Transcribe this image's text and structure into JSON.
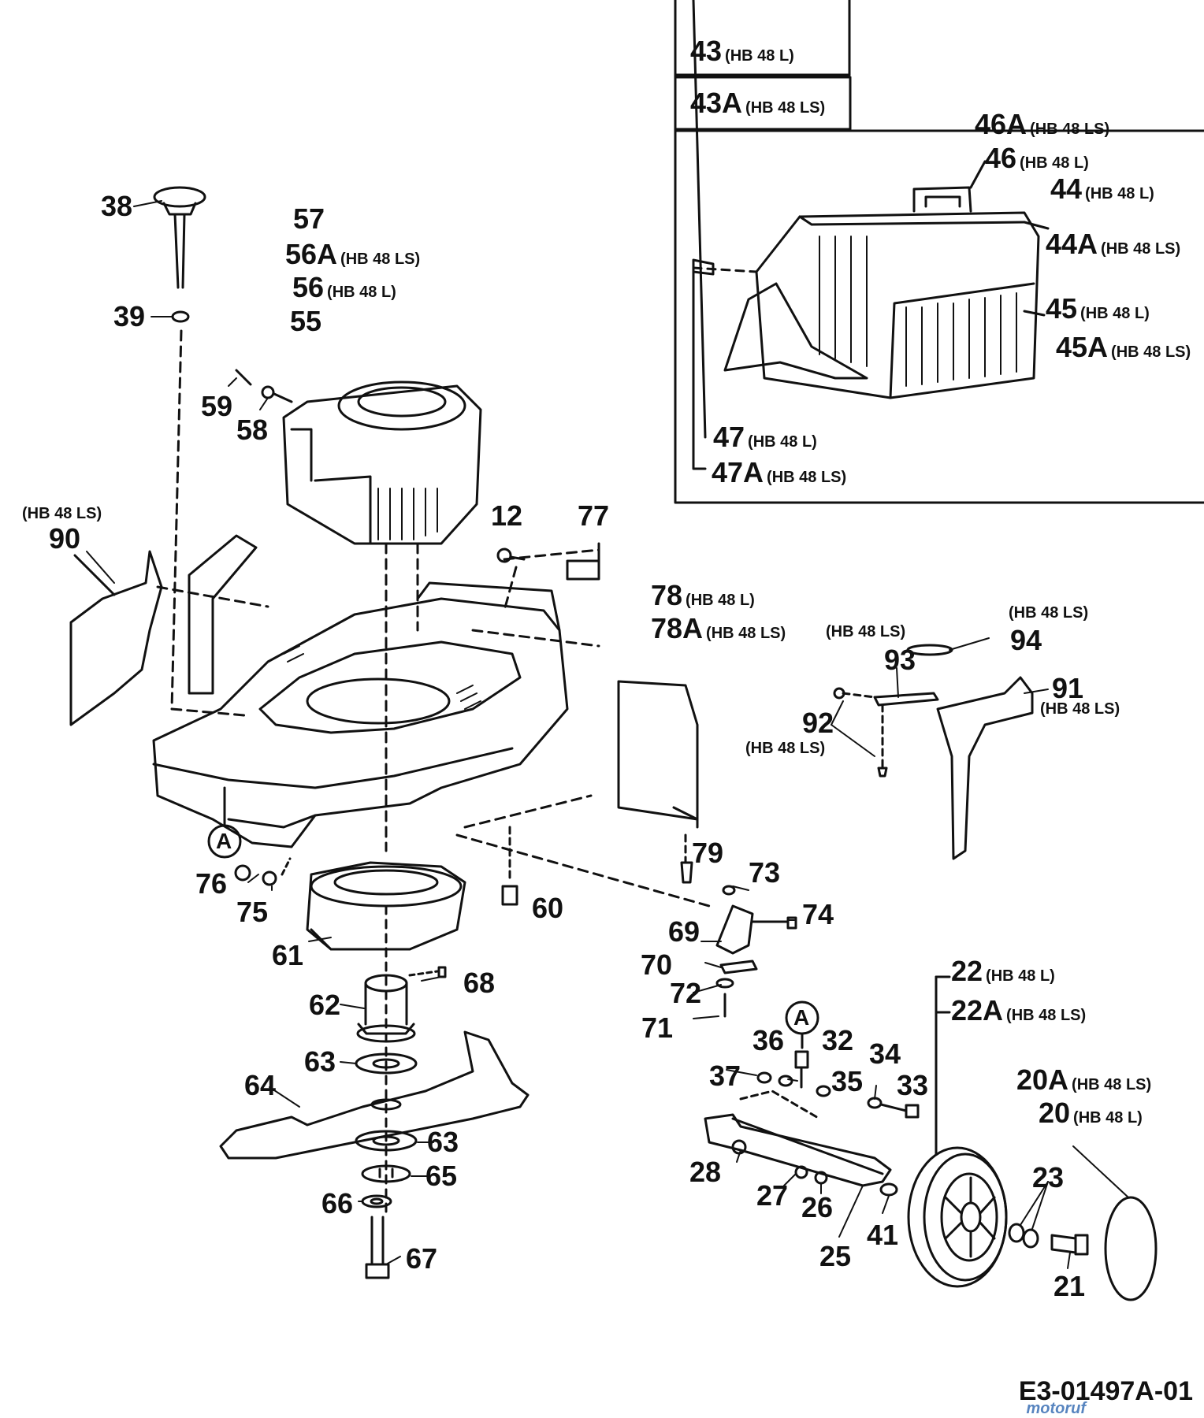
{
  "labels": {
    "p43": {
      "num": "43",
      "note": "(HB 48 L)"
    },
    "p43a": {
      "num": "43A",
      "note": "(HB 48 LS)"
    },
    "p46a": {
      "num": "46A",
      "note": "(HB 48 LS)"
    },
    "p46": {
      "num": "46",
      "note": "(HB 48 L)"
    },
    "p44": {
      "num": "44",
      "note": "(HB 48 L)"
    },
    "p44a": {
      "num": "44A",
      "note": "(HB 48 LS)"
    },
    "p45": {
      "num": "45",
      "note": "(HB 48 L)"
    },
    "p45a": {
      "num": "45A",
      "note": "(HB 48 LS)"
    },
    "p47": {
      "num": "47",
      "note": "(HB 48 L)"
    },
    "p47a": {
      "num": "47A",
      "note": "(HB 48 LS)"
    },
    "p38": {
      "num": "38"
    },
    "p39": {
      "num": "39"
    },
    "p57": {
      "num": "57"
    },
    "p56a": {
      "num": "56A",
      "note": "(HB 48 LS)"
    },
    "p56": {
      "num": "56",
      "note": "(HB 48 L)"
    },
    "p55": {
      "num": "55"
    },
    "p59": {
      "num": "59"
    },
    "p58": {
      "num": "58"
    },
    "p90": {
      "num": "90",
      "note": "(HB 48 LS)"
    },
    "p12": {
      "num": "12"
    },
    "p77": {
      "num": "77"
    },
    "p78": {
      "num": "78",
      "note": "(HB 48 L)"
    },
    "p78a": {
      "num": "78A",
      "note": "(HB 48 LS)"
    },
    "p94": {
      "num": "94",
      "note": "(HB 48 LS)"
    },
    "p93": {
      "num": "93",
      "note": "(HB 48 LS)"
    },
    "p91": {
      "num": "91",
      "note": "(HB 48 LS)"
    },
    "p92": {
      "num": "92",
      "note": "(HB 48 LS)"
    },
    "pA1": {
      "num": "A"
    },
    "p76": {
      "num": "76"
    },
    "p75": {
      "num": "75"
    },
    "p60": {
      "num": "60"
    },
    "p79": {
      "num": "79"
    },
    "p73": {
      "num": "73"
    },
    "p74": {
      "num": "74"
    },
    "p69": {
      "num": "69"
    },
    "p70": {
      "num": "70"
    },
    "p72": {
      "num": "72"
    },
    "p71": {
      "num": "71"
    },
    "p61": {
      "num": "61"
    },
    "p68": {
      "num": "68"
    },
    "p62": {
      "num": "62"
    },
    "p63a": {
      "num": "63"
    },
    "p64": {
      "num": "64"
    },
    "p63b": {
      "num": "63"
    },
    "p65": {
      "num": "65"
    },
    "p66": {
      "num": "66"
    },
    "p67": {
      "num": "67"
    },
    "p22": {
      "num": "22",
      "note": "(HB 48 L)"
    },
    "p22a": {
      "num": "22A",
      "note": "(HB 48 LS)"
    },
    "pA2": {
      "num": "A"
    },
    "p36": {
      "num": "36"
    },
    "p32": {
      "num": "32"
    },
    "p34": {
      "num": "34"
    },
    "p37": {
      "num": "37"
    },
    "p35": {
      "num": "35"
    },
    "p33": {
      "num": "33"
    },
    "p20a": {
      "num": "20A",
      "note": "(HB 48 LS)"
    },
    "p20": {
      "num": "20",
      "note": "(HB 48 L)"
    },
    "p28": {
      "num": "28"
    },
    "p23": {
      "num": "23"
    },
    "p27": {
      "num": "27"
    },
    "p26": {
      "num": "26"
    },
    "p41": {
      "num": "41"
    },
    "p25": {
      "num": "25"
    },
    "p21": {
      "num": "21"
    }
  },
  "drawing_code": "E3-01497A-01",
  "watermark": "motoruf"
}
